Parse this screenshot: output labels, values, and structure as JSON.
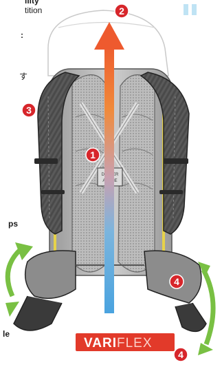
{
  "left_text": {
    "line1": "ility",
    "line2": "tition",
    "line3": ":",
    "line4": "す",
    "line5": "ps",
    "line6": "le"
  },
  "badges": {
    "b1": "1",
    "b2": "2",
    "b3": "3",
    "b4a": "4",
    "b4b": "4"
  },
  "logo": {
    "bold_part": "VARI",
    "light_part": "FLEX"
  },
  "pack_label": {
    "line1": "DEUTER",
    "line2": "ALPINE"
  },
  "colors": {
    "badge_red": "#d7262b",
    "arrow_top": "#e8482a",
    "arrow_bottom": "#4aa3df",
    "green_arrow": "#79c043",
    "logo_bg": "#e23a2a",
    "pause_blue": "#bfe3f4"
  },
  "icons": [
    "pause-icon",
    "up-arrow-icon",
    "rotate-arrow-icon"
  ]
}
